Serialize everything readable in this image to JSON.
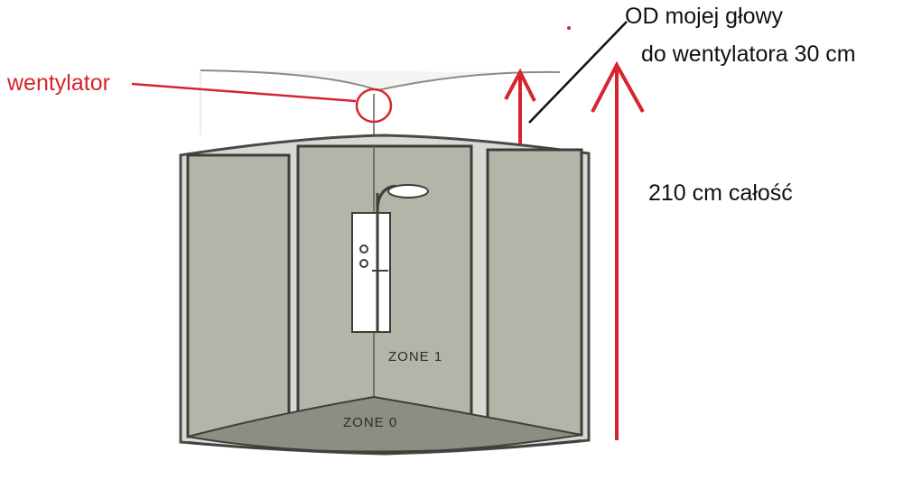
{
  "annotations": {
    "fan_label": "wentylator",
    "head_to_fan_line1": "OD mojej głowy",
    "head_to_fan_line2": "do wentylatora 30 cm",
    "total_height": "210 cm całość"
  },
  "zones": {
    "zone1": "ZONE 1",
    "zone0": "ZONE 0"
  },
  "colors": {
    "annotation": "#d6252f",
    "annotation_text": "#111111",
    "glass": "#b5b4a9",
    "floor": "#8e8d84",
    "frame": "#4a4a46"
  }
}
